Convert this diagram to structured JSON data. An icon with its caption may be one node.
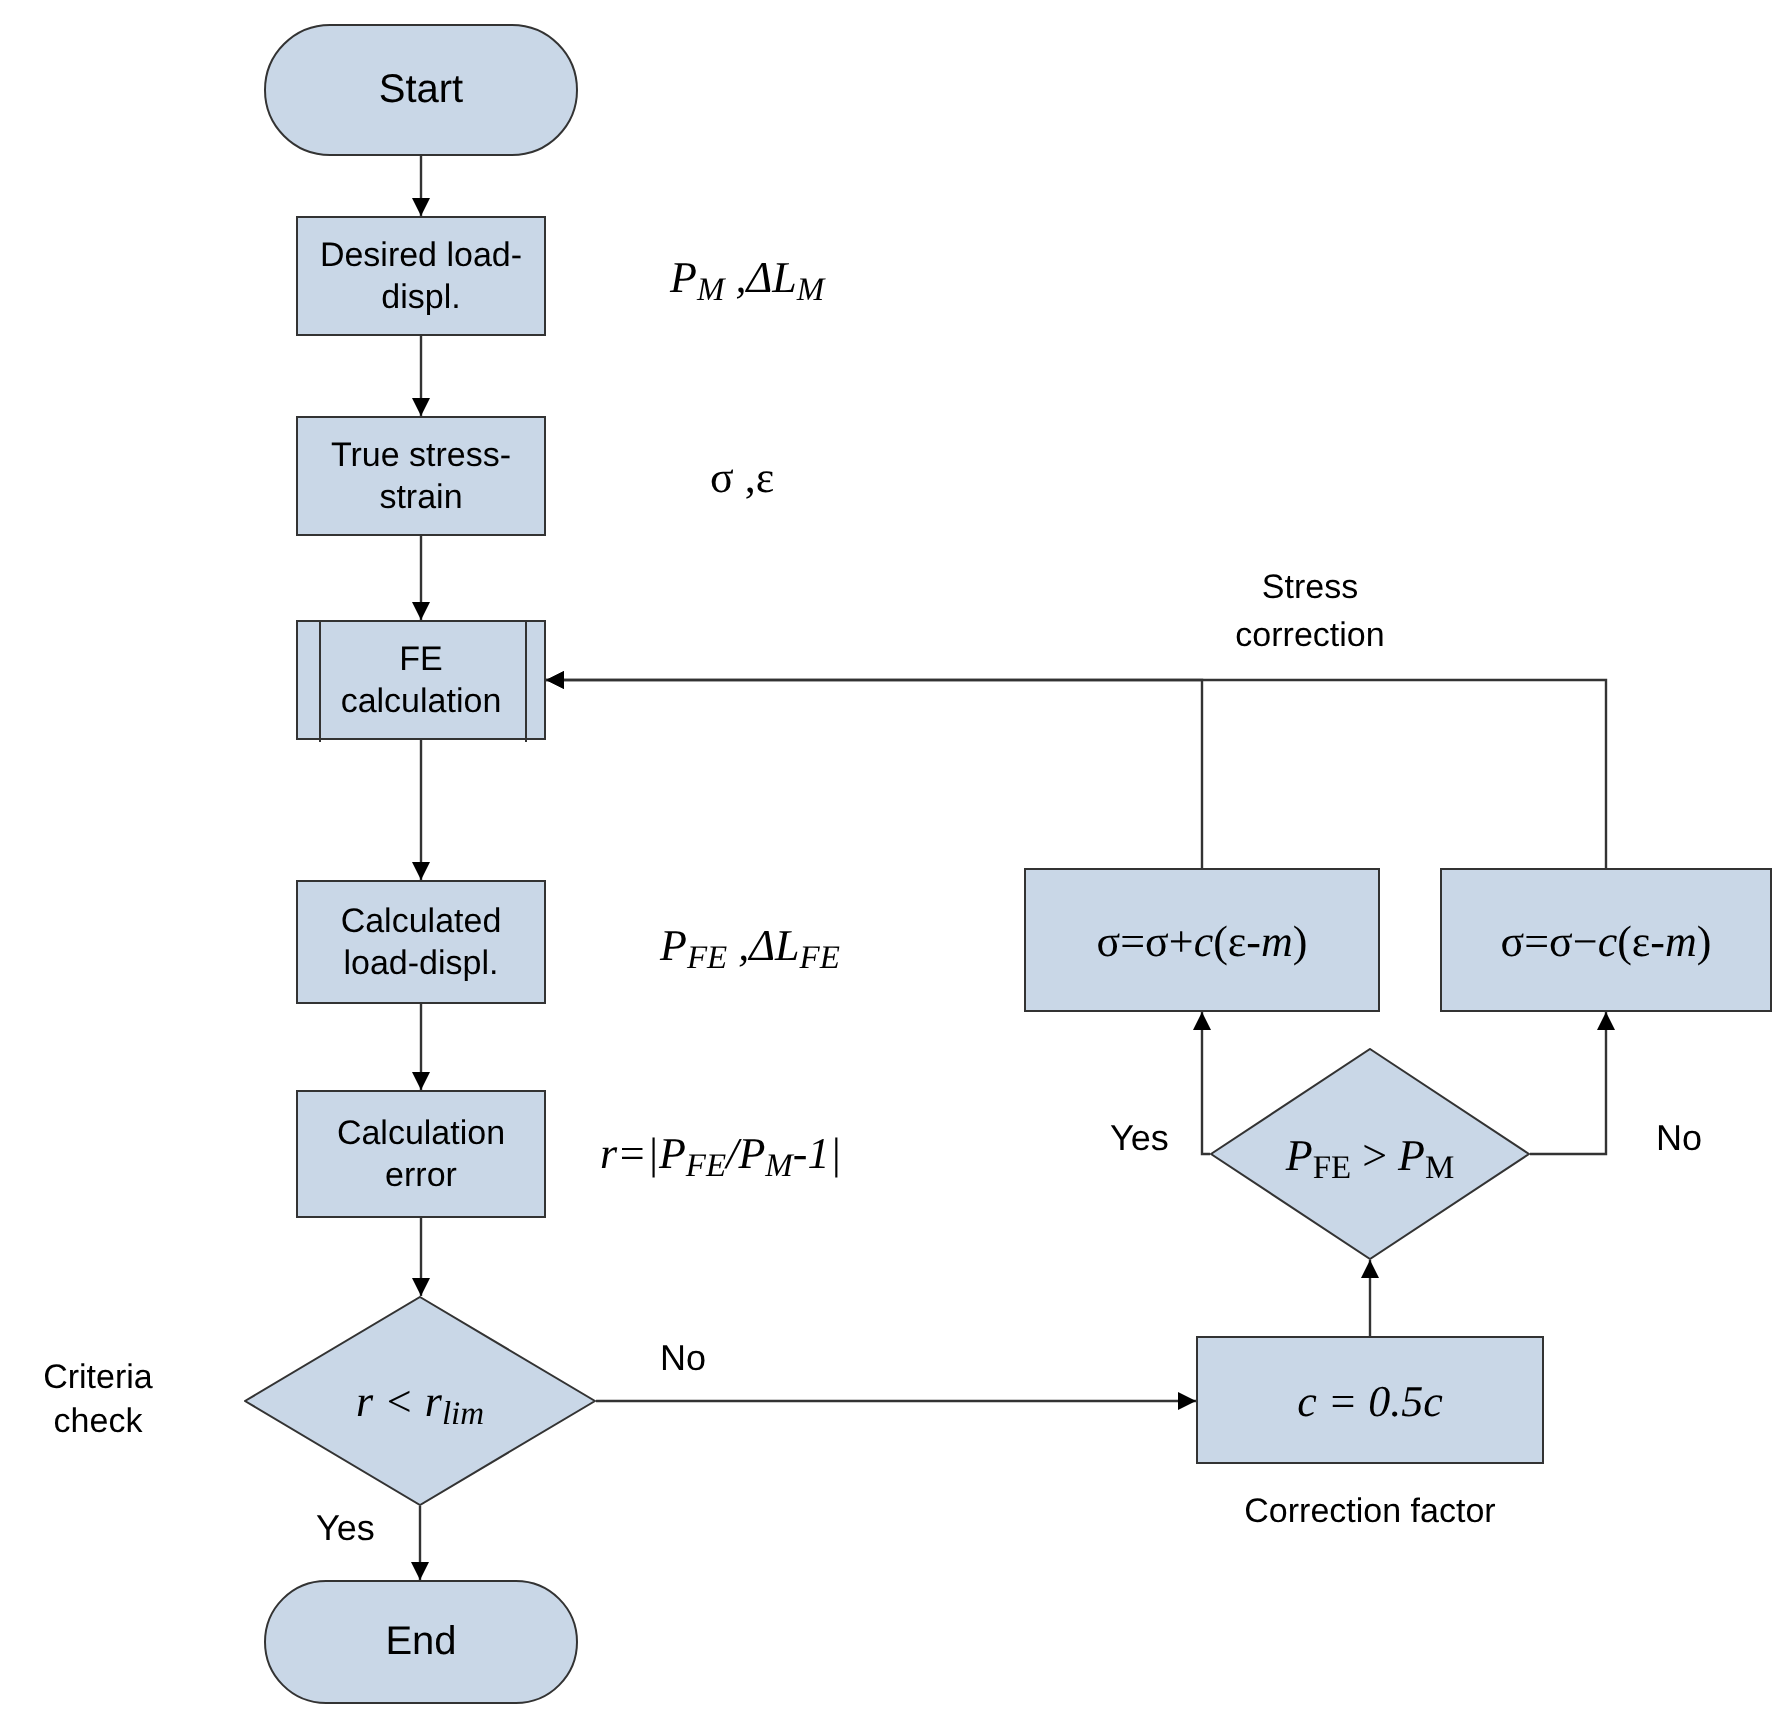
{
  "diagram": {
    "nodes": [
      {
        "text": [
          "Start"
        ]
      },
      {
        "text": [
          "Desired load-displ."
        ],
        "beside": [
          "P$_{M}$ ,ΔL$_{M}$"
        ]
      },
      {
        "text": [
          "True stress-strain"
        ],
        "beside": [
          "σ ,ε"
        ]
      },
      {
        "text": [
          "FE calculation"
        ]
      },
      {
        "text": [
          "Calculated load-displ."
        ],
        "beside": [
          "P$_{FE}$ ,ΔL$_{FE}$"
        ]
      },
      {
        "text": [
          "Calculation error"
        ],
        "beside": [
          "r=|P$_{FE}$/P$_{M}$-1|"
        ]
      },
      {
        "text": [
          "r < r$_{lim}$"
        ],
        "beside": [
          "Criteria check"
        ]
      },
      {
        "text": [
          "End"
        ]
      },
      {
        "text": [
          "c = 0.5c"
        ],
        "beside": [
          "Correction factor"
        ]
      },
      {
        "text": [
          "*P*$_{FE}$ > *P*$_{M}$"
        ]
      },
      {
        "text": [
          "σ=σ+*c*(ε-*m*)"
        ]
      },
      {
        "text": [
          "σ=σ−*c*(ε-*m*)"
        ]
      }
    ],
    "edges": [
      {
        "from": 0,
        "to": 1,
        "arrow": "to"
      },
      {
        "from": 1,
        "to": 2,
        "arrow": "to"
      },
      {
        "from": 2,
        "to": 3,
        "arrow": "to"
      },
      {
        "from": 3,
        "to": 4,
        "arrow": "to"
      },
      {
        "from": 4,
        "to": 5,
        "arrow": "to"
      },
      {
        "from": 5,
        "to": 6,
        "arrow": "to"
      },
      {
        "from": 6,
        "to": 7,
        "arrow": "to",
        "label": "Yes"
      },
      {
        "from": 6,
        "to": 8,
        "arrow": "to",
        "label": "No"
      },
      {
        "from": 8,
        "to": 9,
        "arrow": "to"
      },
      {
        "from": 9,
        "to": 10,
        "arrow": "to",
        "label": "Yes"
      },
      {
        "from": 9,
        "to": 11,
        "arrow": "to",
        "label": "No"
      },
      {
        "from": 10,
        "to": 3,
        "arrow": "to"
      },
      {
        "from": 11,
        "to": 3,
        "arrow": "to"
      }
    ],
    "labels": [
      "Stress correction"
    ]
  }
}
